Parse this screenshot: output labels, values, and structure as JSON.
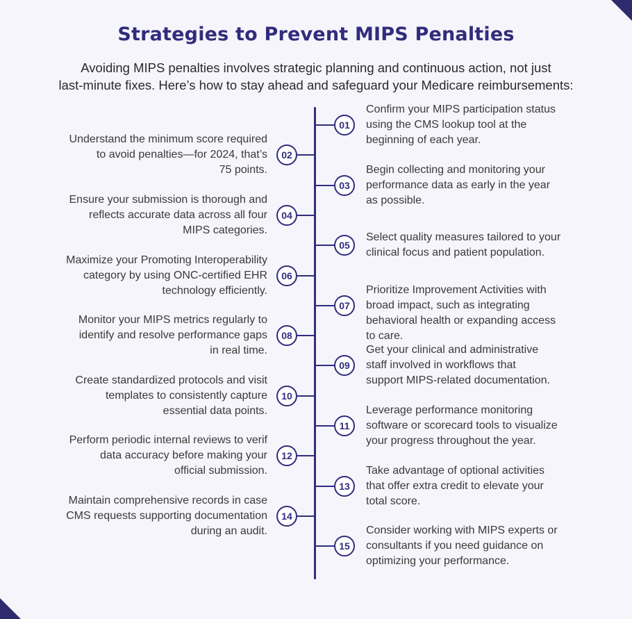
{
  "title": "Strategies to Prevent MIPS Penalties",
  "intro": [
    "Avoiding MIPS penalties involves strategic planning and continuous action, not just",
    "last-minute fixes. Here’s how to stay ahead and safeguard your Medicare reimbursements:"
  ],
  "colors": {
    "accent": "#322c7d",
    "background": "#f5f5fb",
    "text": "#333333"
  },
  "steps": [
    {
      "number": "01",
      "side": "right",
      "lines": [
        "Confirm your MIPS participation status",
        "using the CMS lookup tool at the",
        "beginning of each year."
      ]
    },
    {
      "number": "02",
      "side": "left",
      "lines": [
        "Understand the minimum score required",
        "to avoid penalties—for 2024, that’s",
        "75 points."
      ]
    },
    {
      "number": "03",
      "side": "right",
      "lines": [
        "Begin collecting and monitoring your",
        "performance data as early in the year",
        "as possible."
      ]
    },
    {
      "number": "04",
      "side": "left",
      "lines": [
        "Ensure your submission is thorough and",
        "reflects accurate data across all four",
        "MIPS categories."
      ]
    },
    {
      "number": "05",
      "side": "right",
      "lines": [
        "Select quality measures tailored to your",
        "clinical focus and patient population."
      ]
    },
    {
      "number": "06",
      "side": "left",
      "lines": [
        "Maximize your Promoting Interoperability",
        "category by using ONC-certified EHR",
        "technology efficiently."
      ]
    },
    {
      "number": "07",
      "side": "right",
      "lines": [
        "Prioritize Improvement Activities with",
        "broad impact, such as integrating",
        "behavioral health or expanding access",
        "to care."
      ]
    },
    {
      "number": "08",
      "side": "left",
      "lines": [
        "Monitor your MIPS metrics regularly to",
        "identify and resolve performance gaps",
        "in real time."
      ]
    },
    {
      "number": "09",
      "side": "right",
      "lines": [
        "Get your clinical and administrative",
        "staff involved in workflows that",
        "support MIPS-related documentation."
      ]
    },
    {
      "number": "10",
      "side": "left",
      "lines": [
        "Create standardized protocols and visit",
        "templates to consistently capture",
        "essential data points."
      ]
    },
    {
      "number": "11",
      "side": "right",
      "lines": [
        "Leverage performance monitoring",
        "software or scorecard tools to visualize",
        "your progress throughout the year."
      ]
    },
    {
      "number": "12",
      "side": "left",
      "lines": [
        "Perform periodic internal reviews to verif",
        "data accuracy before making your",
        "official submission."
      ]
    },
    {
      "number": "13",
      "side": "right",
      "lines": [
        "Take advantage of optional activities",
        "that offer extra credit to elevate your",
        "total score."
      ]
    },
    {
      "number": "14",
      "side": "left",
      "lines": [
        "Maintain comprehensive records in case",
        "CMS requests supporting documentation",
        "during an audit."
      ]
    },
    {
      "number": "15",
      "side": "right",
      "lines": [
        "Consider working with MIPS experts or",
        "consultants if you need guidance on",
        "optimizing your performance."
      ]
    }
  ]
}
